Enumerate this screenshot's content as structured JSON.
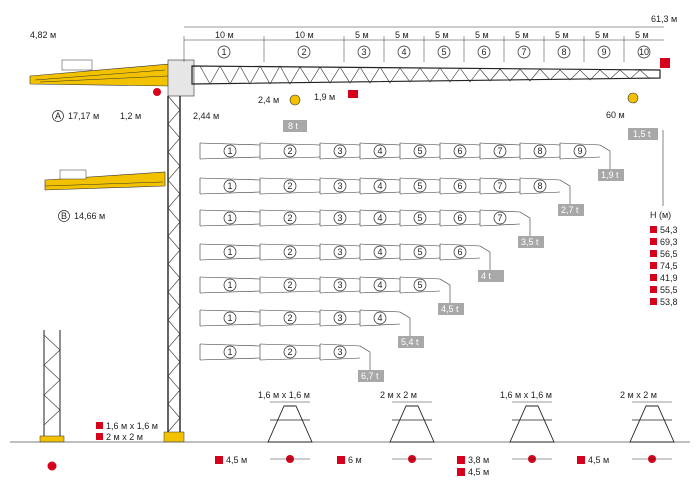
{
  "top_dims": {
    "counter_jib_height": "4,82 м",
    "total_length": "61,3 м",
    "counter_jib_A": "17,17 м",
    "counter_jib_offset": "1,2 м",
    "mast_offset": "2,44 м",
    "trolley_offset": "2,4 м",
    "hook_gap": "1,9 м",
    "jib_tip_span": "60 м",
    "counter_jib_B": "14,66 м",
    "marker_A": "A",
    "marker_B": "B"
  },
  "jib_sections": [
    {
      "num": "1",
      "len": "10 м"
    },
    {
      "num": "2",
      "len": "10 м"
    },
    {
      "num": "3",
      "len": "5 м"
    },
    {
      "num": "4",
      "len": "5 м"
    },
    {
      "num": "5",
      "len": "5 м"
    },
    {
      "num": "6",
      "len": "5 м"
    },
    {
      "num": "7",
      "len": "5 м"
    },
    {
      "num": "8",
      "len": "5 м"
    },
    {
      "num": "9",
      "len": "5 м"
    },
    {
      "num": "10",
      "len": "5 м"
    }
  ],
  "loads": {
    "max_load": "8 t",
    "tip_load": "1,5 t"
  },
  "jib_configs": [
    {
      "sections": [
        "1",
        "2",
        "3",
        "4",
        "5",
        "6",
        "7",
        "8",
        "9"
      ],
      "load": "1,9 t"
    },
    {
      "sections": [
        "1",
        "2",
        "3",
        "4",
        "5",
        "6",
        "7",
        "8"
      ],
      "load": "2,7 t"
    },
    {
      "sections": [
        "1",
        "2",
        "3",
        "4",
        "5",
        "6",
        "7"
      ],
      "load": "3,5 t"
    },
    {
      "sections": [
        "1",
        "2",
        "3",
        "4",
        "5",
        "6"
      ],
      "load": "4 t"
    },
    {
      "sections": [
        "1",
        "2",
        "3",
        "4",
        "5"
      ],
      "load": "4,5 t"
    },
    {
      "sections": [
        "1",
        "2",
        "3",
        "4"
      ],
      "load": "5,4 t"
    },
    {
      "sections": [
        "1",
        "2",
        "3"
      ],
      "load": "6,7 t"
    }
  ],
  "height_legend": {
    "title": "H (м)",
    "values": [
      "54,3",
      "69,3",
      "56,5",
      "74,5",
      "41,9",
      "55,5",
      "53,8"
    ]
  },
  "mast_legend": [
    "1,6 м x 1,6 м",
    "2 м x 2 м"
  ],
  "bases": [
    {
      "size": "1,6 м x 1,6 м",
      "span": "4,5 м"
    },
    {
      "size": "2 м x 2 м",
      "span": "6 м"
    },
    {
      "size": "1,6 м x 1,6 м",
      "span": "3,8 м",
      "span2": "4,5 м"
    },
    {
      "size": "2 м x 2 м",
      "span": "4,5 м"
    }
  ],
  "colors": {
    "accent": "#f2c200",
    "warn": "#d6001c",
    "badge": "#a8a8a8"
  }
}
